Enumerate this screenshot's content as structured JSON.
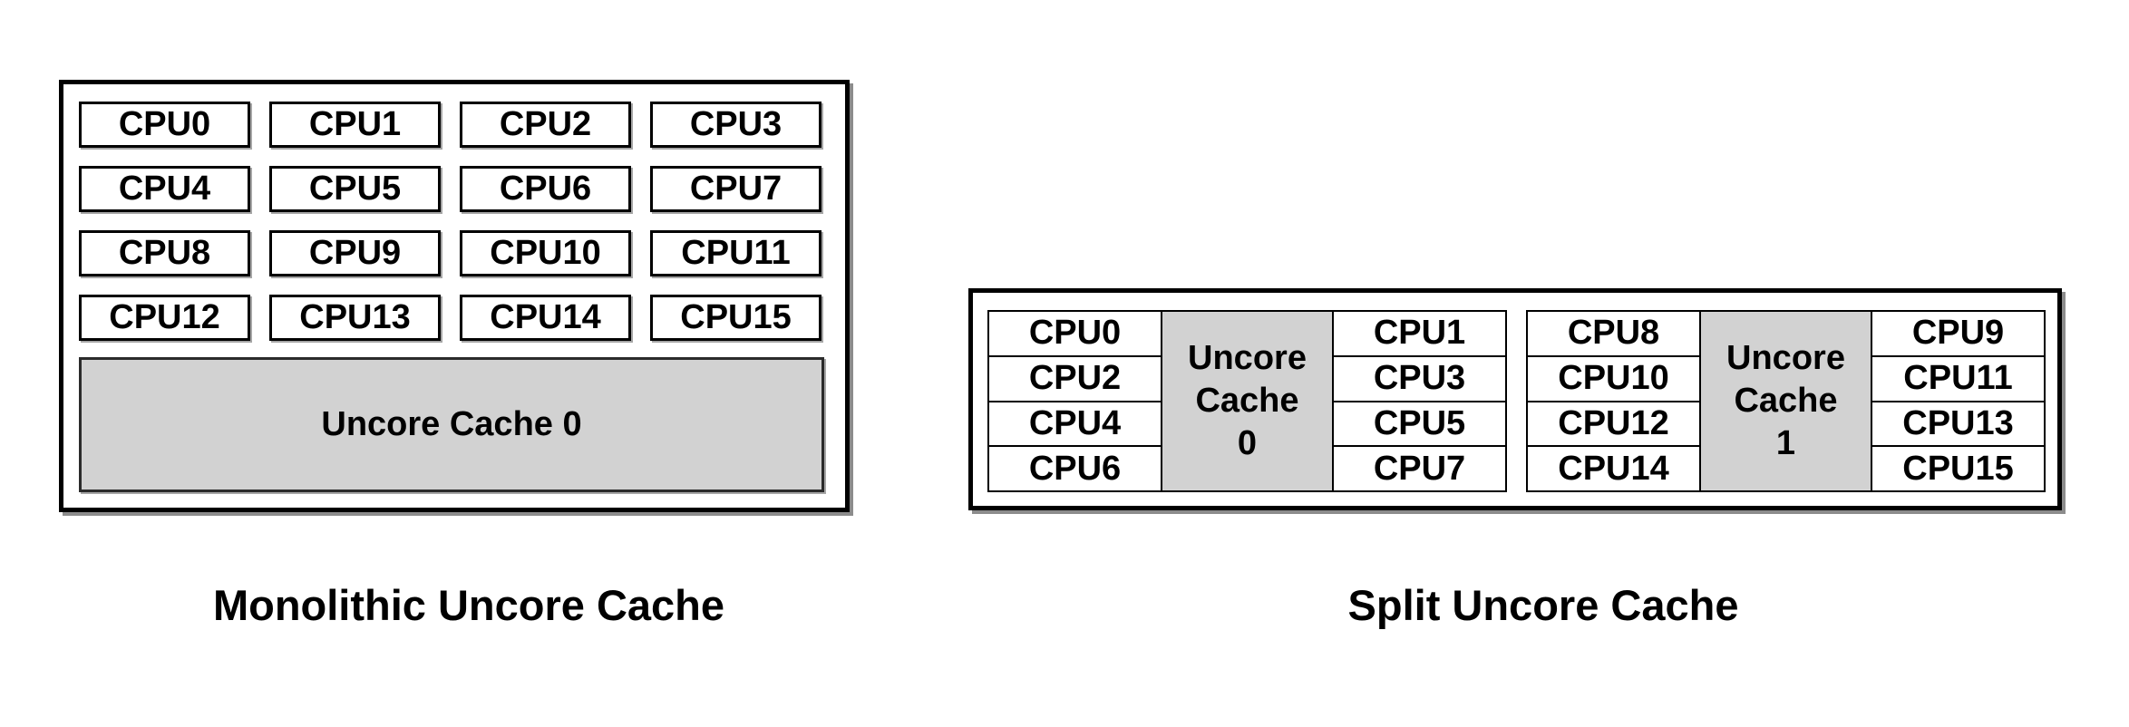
{
  "left_diagram": {
    "title": "Monolithic Uncore Cache",
    "cpus": [
      "CPU0",
      "CPU1",
      "CPU2",
      "CPU3",
      "CPU4",
      "CPU5",
      "CPU6",
      "CPU7",
      "CPU8",
      "CPU9",
      "CPU10",
      "CPU11",
      "CPU12",
      "CPU13",
      "CPU14",
      "CPU15"
    ],
    "cache_label": "Uncore Cache 0"
  },
  "right_diagram": {
    "title": "Split Uncore Cache",
    "clusters": [
      {
        "left_cpus": [
          "CPU0",
          "CPU2",
          "CPU4",
          "CPU6"
        ],
        "cache_lines": [
          "Uncore",
          "Cache",
          "0"
        ],
        "right_cpus": [
          "CPU1",
          "CPU3",
          "CPU5",
          "CPU7"
        ]
      },
      {
        "left_cpus": [
          "CPU8",
          "CPU10",
          "CPU12",
          "CPU14"
        ],
        "cache_lines": [
          "Uncore",
          "Cache",
          "1"
        ],
        "right_cpus": [
          "CPU9",
          "CPU11",
          "CPU13",
          "CPU15"
        ]
      }
    ]
  },
  "colors": {
    "cache_fill": "#d2d2d2",
    "box_border": "#000000",
    "text": "#000000",
    "background": "#ffffff"
  }
}
